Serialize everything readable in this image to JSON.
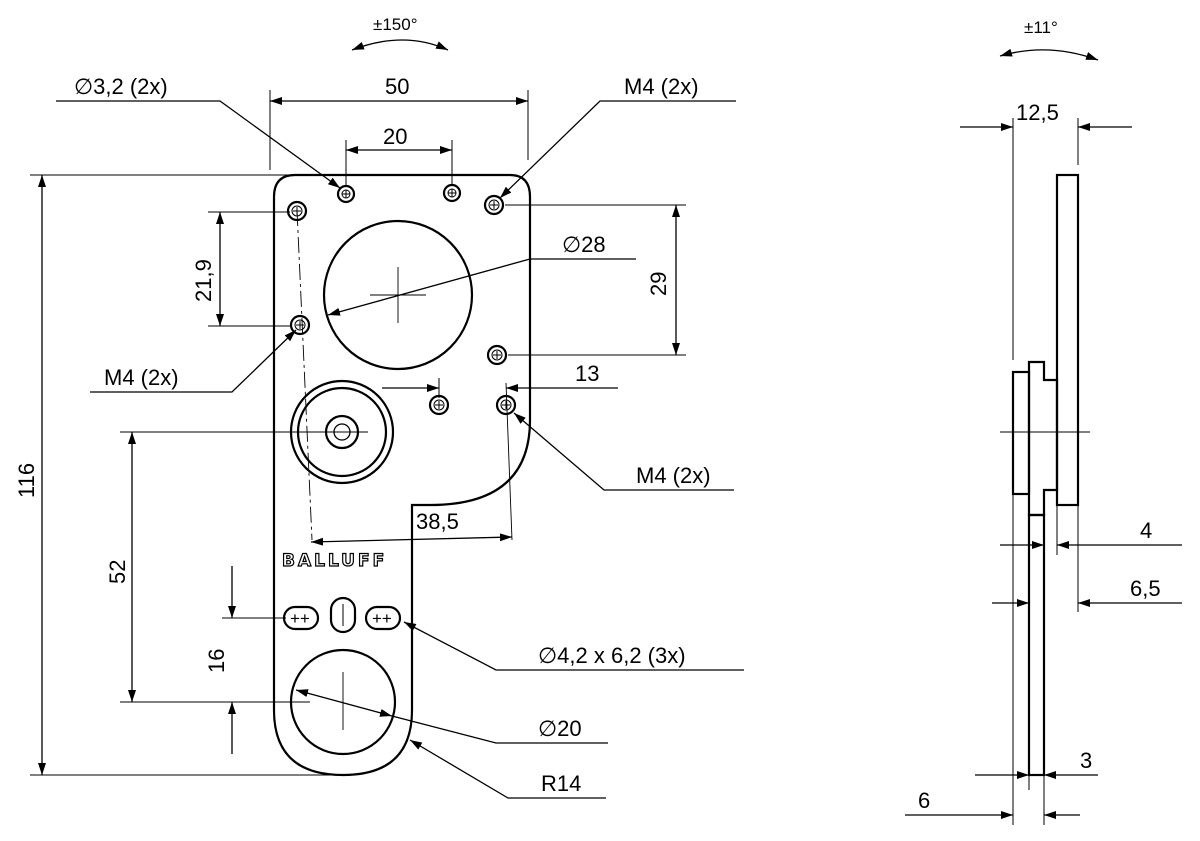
{
  "front_view": {
    "rotation_label": "±150°",
    "brand_logo": "BALLUFF",
    "dimensions": {
      "width_total": "50",
      "hole_spacing_top": "20",
      "vertical_spacing_left": "21,9",
      "vertical_spacing_right": "29",
      "offset_lower_holes": "13",
      "diagonal_offset": "38,5",
      "total_height": "116",
      "height_to_slots": "52",
      "slot_to_bore": "16"
    },
    "callouts": {
      "top_holes": "∅3,2 (2x)",
      "top_right_thread": "M4 (2x)",
      "big_bore": "∅28",
      "left_thread": "M4 (2x)",
      "lower_right_thread": "M4 (2x)",
      "slots": "∅4,2 x 6,2 (3x)",
      "small_bore": "∅20",
      "radius": "R14"
    }
  },
  "side_view": {
    "rotation_label": "±11°",
    "dimensions": {
      "plate_width": "12,5",
      "dim_4": "4",
      "dim_6_5": "6,5",
      "dim_3": "3",
      "dim_6": "6"
    }
  }
}
